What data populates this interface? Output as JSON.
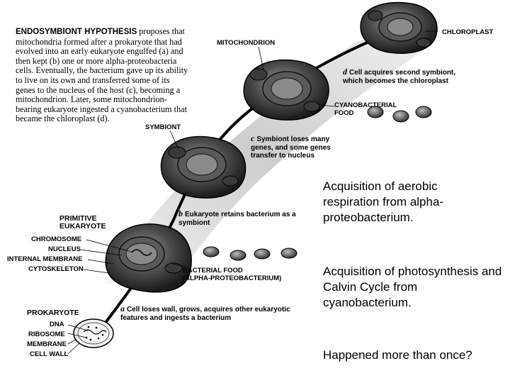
{
  "intro": {
    "heading": "ENDOSYMBIONT HYPOTHESIS",
    "body": "proposes that mitochondria formed after a prokaryote that had evolved into an early eukaryote engulfed (a) and then kept (b) one or more alpha-proteobacteria cells. Eventually, the bacterium gave up its ability to live on its own and transferred some of its genes to the nucleus of the host (c), becoming a mitochondrion. Later, some mitochondrion-bearing eukaryote ingested a cyanobacterium that became the chloroplast (d)."
  },
  "labels": {
    "mitochondrion": "MITOCHONDRION",
    "chloroplast": "CHLOROPLAST",
    "symbiont": "SYMBIONT",
    "cyanobacterial_food": "CYANOBACTERIAL FOOD",
    "primitive_eukaryote": "PRIMITIVE EUKARYOTE",
    "chromosome": "CHROMOSOME",
    "nucleus": "NUCLEUS",
    "internal_membrane": "INTERNAL MEMBRANE",
    "cytoskeleton": "CYTOSKELETON",
    "bacterial_food": "BACTERIAL FOOD",
    "bacterial_food_sub": "(ALPHA-PROTEOBACTERIUM)",
    "prokaryote": "PROKARYOTE",
    "dna": "DNA",
    "ribosome": "RIBOSOME",
    "membrane": "MEMBRANE",
    "cell_wall": "CELL WALL"
  },
  "steps": {
    "d": {
      "letter": "d",
      "text": "Cell acquires second symbiont, which becomes the chloroplast"
    },
    "c": {
      "letter": "c",
      "text": "Symbiont loses many genes, and some genes transfer to nucleus"
    },
    "b": {
      "letter": "b",
      "text": "Eukaryote retains bacterium as a symbiont"
    },
    "a": {
      "letter": "a",
      "text": "Cell loses wall, grows, acquires other eukaryotic features and ingests a bacterium"
    }
  },
  "side_notes": {
    "aerobic": "Acquisition of aerobic respiration from alpha-proteobacterium.",
    "photosynthesis": "Acquisition of photosynthesis and Calvin Cycle from cyanobacterium.",
    "question": "Happened more than once?"
  },
  "colors": {
    "cell_dark": "#2a2a2a",
    "cell_mid": "#6e6e6e",
    "band": "#d9d9d9",
    "line": "#000000"
  }
}
